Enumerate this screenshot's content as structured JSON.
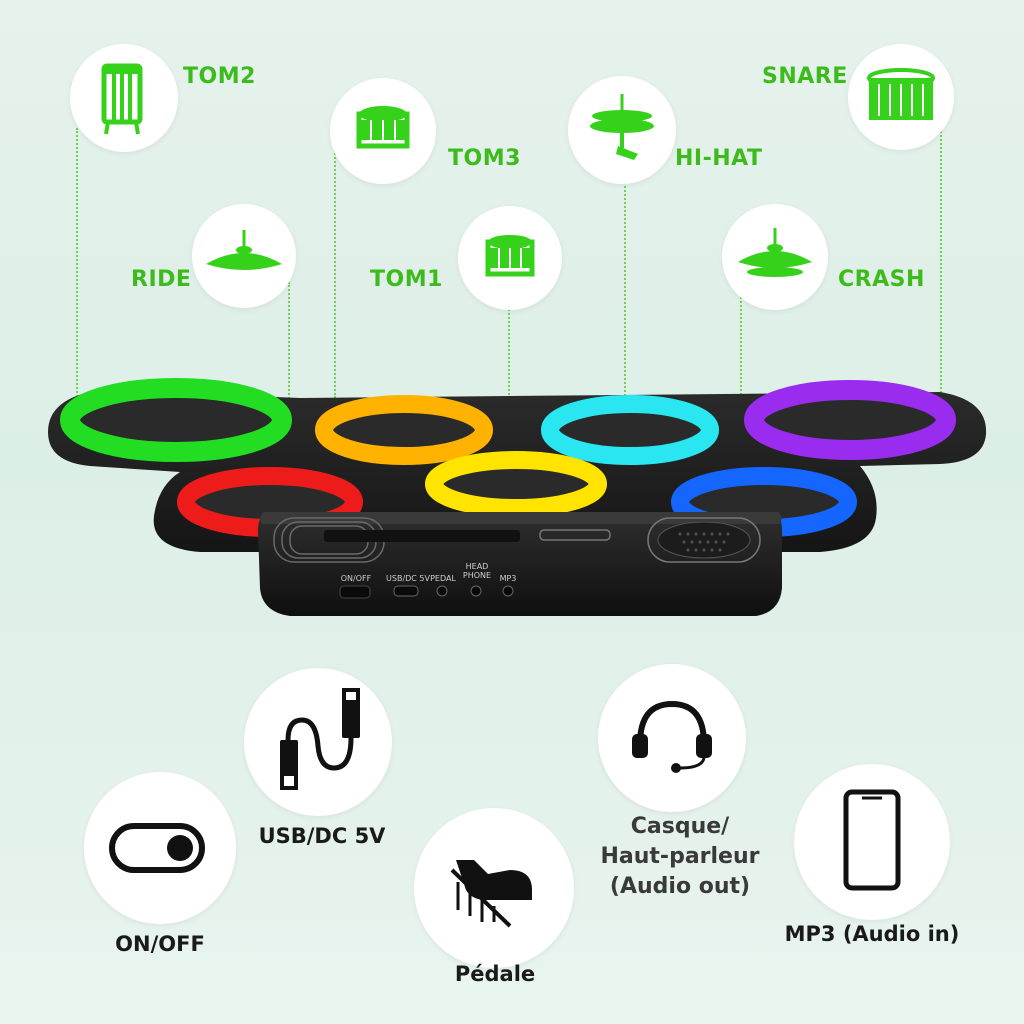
{
  "pads": {
    "tom2": "TOM2",
    "tom3": "TOM3",
    "hihat": "HI-HAT",
    "snare": "SNARE",
    "ride": "RIDE",
    "tom1": "TOM1",
    "crash": "CRASH"
  },
  "ports": {
    "onoff": "ON/OFF",
    "usb": "USB/DC 5V",
    "pedal": "PEDAL",
    "headphone": "HEAD PHONE",
    "mp3": "MP3"
  },
  "features": {
    "usb": "USB/DC 5V",
    "onoff": "ON/OFF",
    "pedal": "Pédale",
    "headset_line1": "Casque/",
    "headset_line2": "Haut-parleur",
    "headset_line3": "(Audio out)",
    "mp3": "MP3 (Audio in)"
  },
  "colors": {
    "accent_green": "#3dbb1d",
    "pad_green": "#22dd22",
    "pad_orange": "#ffb300",
    "pad_cyan": "#29e6f0",
    "pad_purple": "#9a2cf0",
    "pad_red": "#ee1b1b",
    "pad_yellow": "#ffe400",
    "pad_blue": "#1565ff"
  }
}
